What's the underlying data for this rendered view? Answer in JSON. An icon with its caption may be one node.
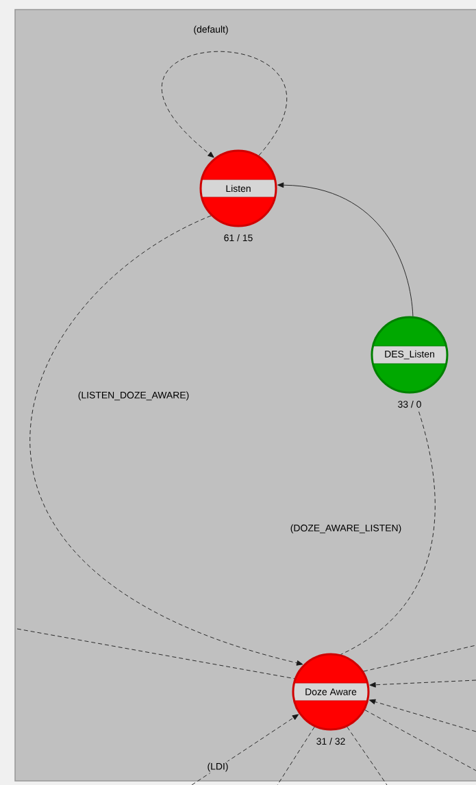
{
  "diagram": {
    "nodes": [
      {
        "text": [
          "Listen"
        ],
        "beside": [
          "61 / 15"
        ]
      },
      {
        "text": [
          "DES_Listen"
        ],
        "beside": [
          "33 / 0"
        ]
      },
      {
        "text": [
          "Doze Aware"
        ],
        "beside": [
          "31 / 32"
        ]
      }
    ],
    "edges": [
      {
        "from": 0,
        "to": 0,
        "arrow": "to",
        "style": "dashed",
        "label": "(default)"
      },
      {
        "from": 1,
        "to": 0,
        "arrow": "to"
      },
      {
        "from": 0,
        "to": 2,
        "arrow": "to",
        "style": "dashed",
        "label": "(LISTEN_DOZE_AWARE)"
      },
      {
        "from": 1,
        "to": 2,
        "arrow": "none",
        "style": "dashed",
        "label": "(DOZE_AWARE_LISTEN)"
      },
      {
        "from": null,
        "to": 2,
        "arrow": "none",
        "style": "dashed"
      },
      {
        "from": 2,
        "to": null,
        "arrow": "none",
        "style": "dashed"
      },
      {
        "from": null,
        "to": 2,
        "arrow": "to",
        "style": "dashed"
      },
      {
        "from": null,
        "to": 2,
        "arrow": "to",
        "style": "dashed"
      },
      {
        "from": 2,
        "to": null,
        "arrow": "none",
        "style": "dashed"
      },
      {
        "from": null,
        "to": 2,
        "arrow": "to",
        "style": "dashed",
        "label": "(LDI)"
      },
      {
        "from": 2,
        "to": null,
        "arrow": "none",
        "style": "dashed"
      },
      {
        "from": 2,
        "to": null,
        "arrow": "none",
        "style": "dashed"
      }
    ]
  }
}
